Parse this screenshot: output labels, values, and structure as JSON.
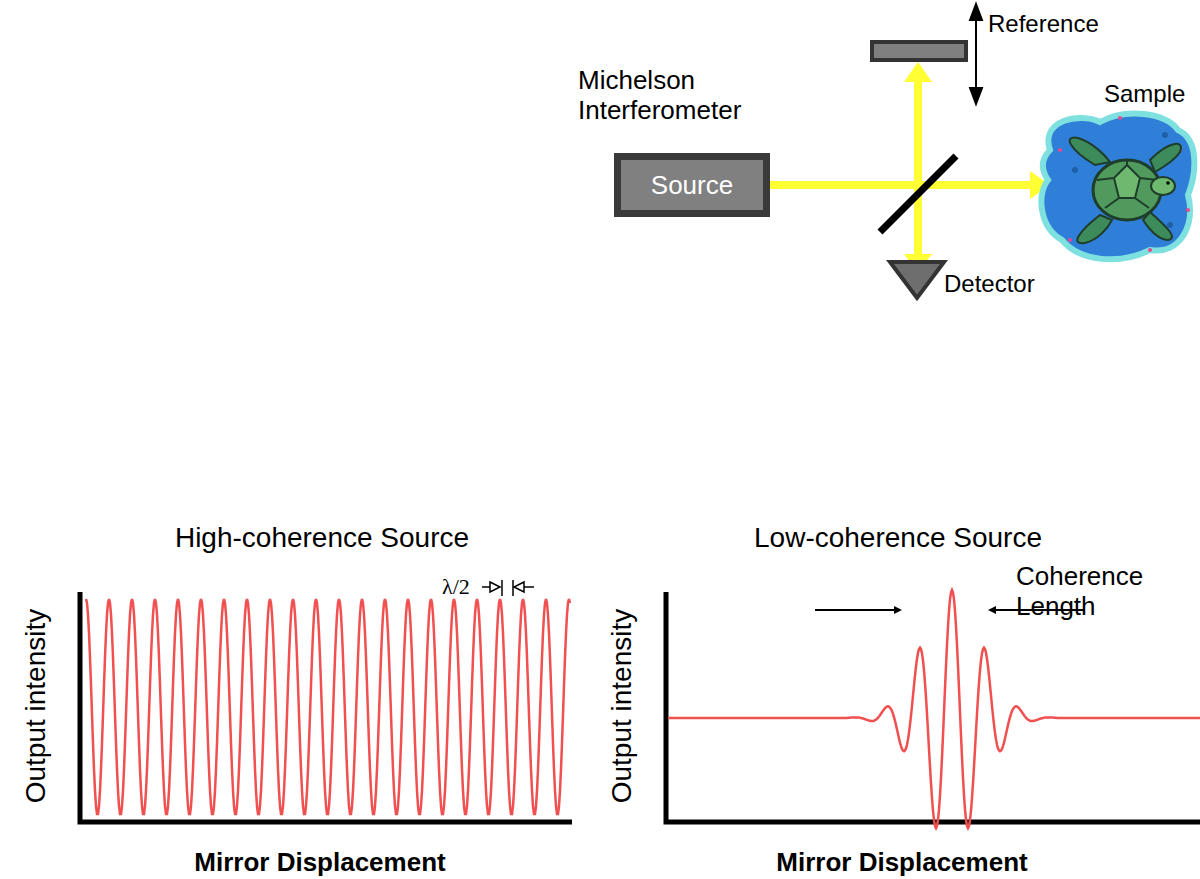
{
  "diagram": {
    "nodes": [
      {
        "text": [
          "Source"
        ]
      }
    ],
    "labels": [
      "Michelson Interferometer",
      "Reference",
      "Sample",
      "Detector",
      "High-coherence Source",
      "Low-coherence Source",
      "Output intensity",
      "Output intensity",
      "Mirror Displacement",
      "Mirror Displacement",
      "λ/2",
      "Coherence Length"
    ]
  }
}
